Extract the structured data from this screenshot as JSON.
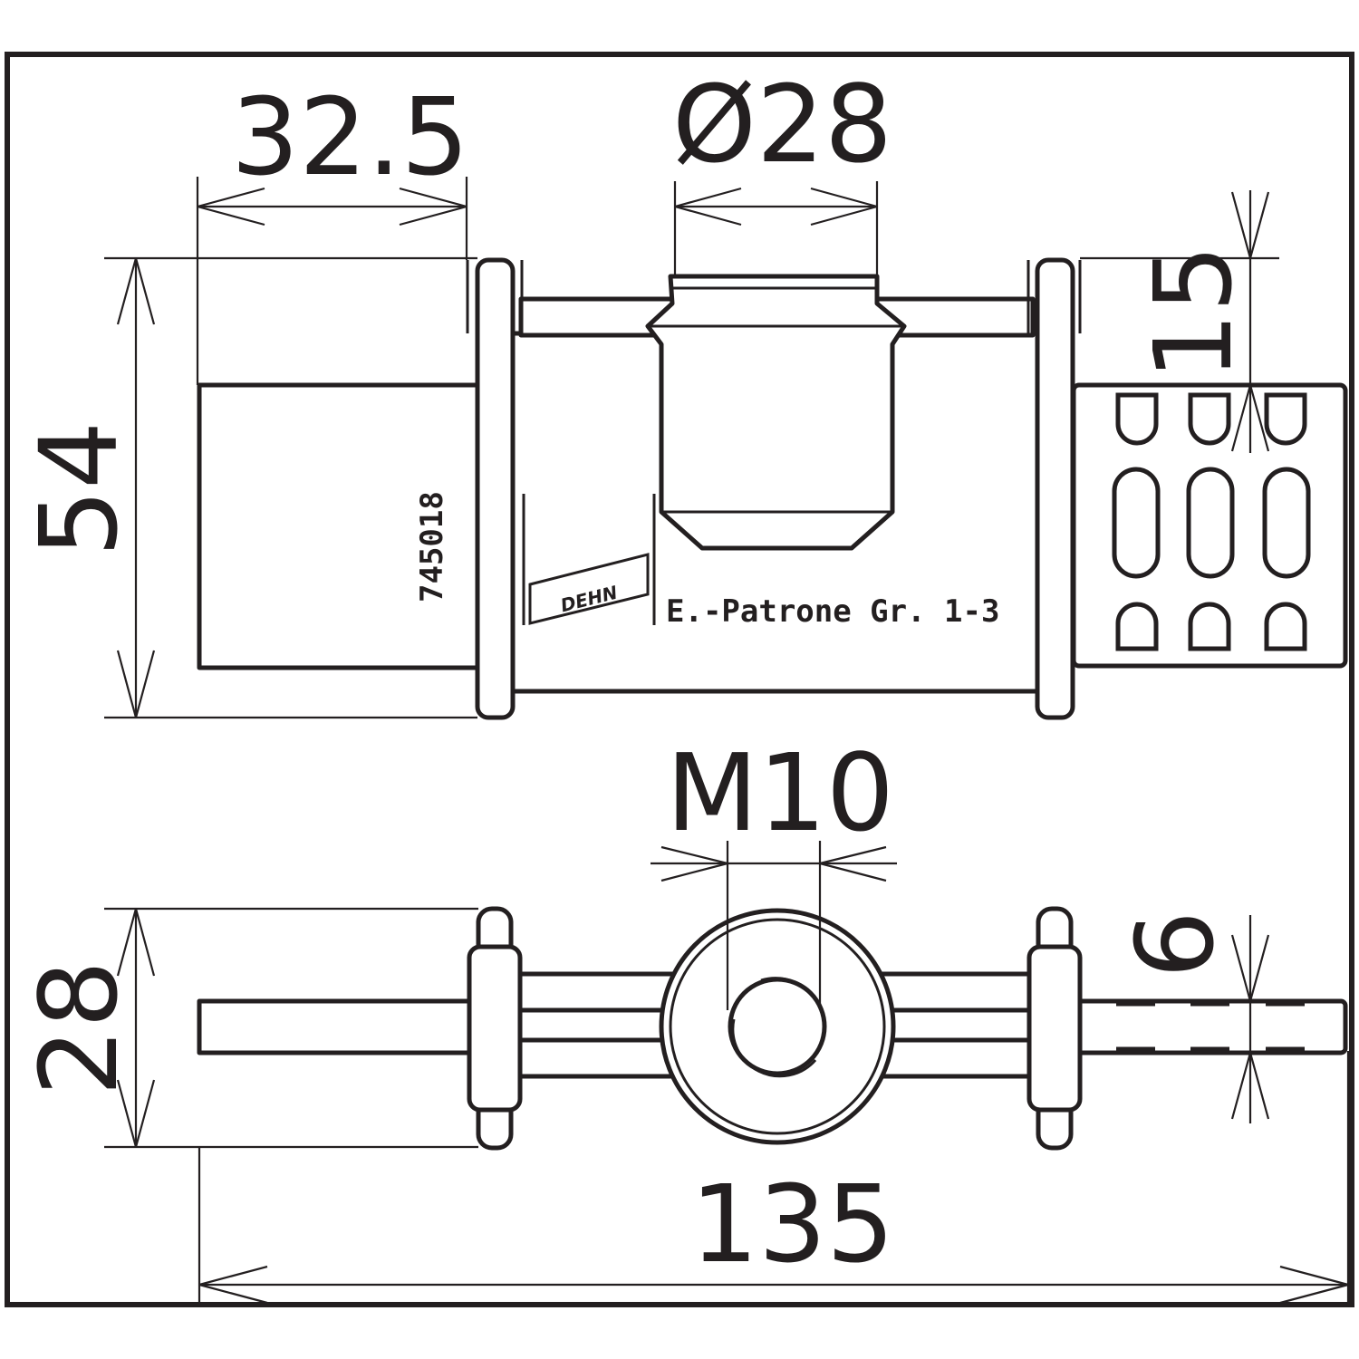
{
  "dimensions": {
    "top_left_width": "32.5",
    "diameter": "Ø28",
    "height": "54",
    "right_offset": "15",
    "thread": "M10",
    "bottom_height": "28",
    "rib": "6",
    "overall_length": "135"
  },
  "markings": {
    "article_number": "745018",
    "description": "E.-Patrone Gr. 1-3",
    "logo": "DEHN"
  },
  "colors": {
    "line": "#231f20",
    "background": "#ffffff"
  }
}
